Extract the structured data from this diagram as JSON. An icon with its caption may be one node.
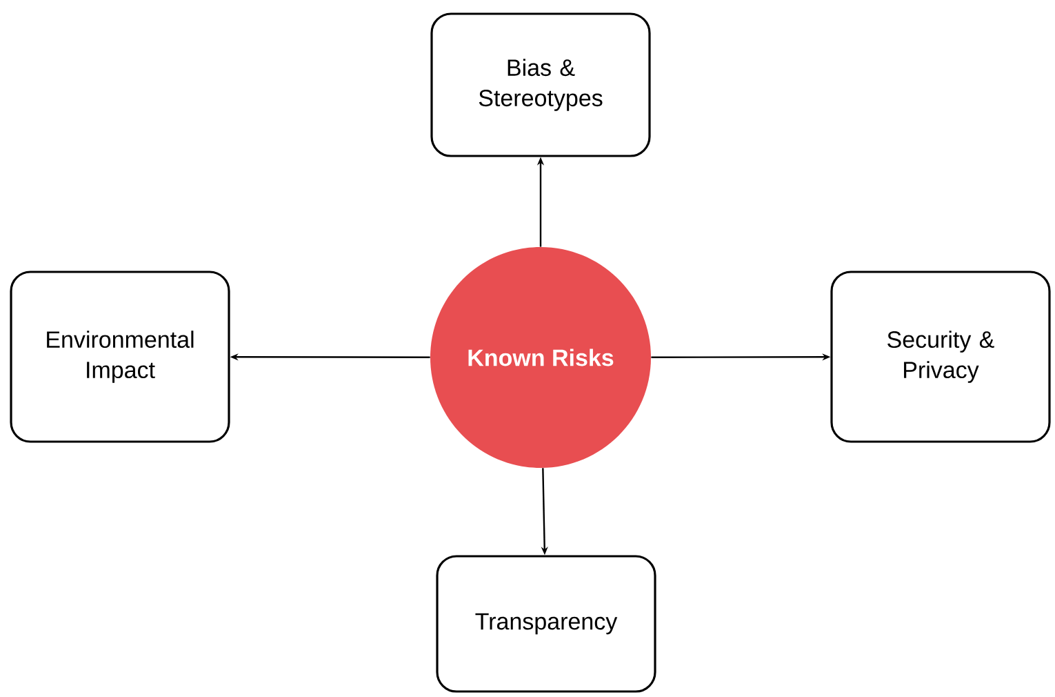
{
  "diagram": {
    "nodes": [
      {
        "text": [
          "Bias & Stereotypes"
        ]
      },
      {
        "text": [
          "Environmental Impact"
        ]
      },
      {
        "text": [
          "Known Risks"
        ]
      },
      {
        "text": [
          "Security & Privacy"
        ]
      },
      {
        "text": [
          "Transparency"
        ]
      }
    ],
    "edges": [
      {
        "from": 2,
        "to": 0,
        "arrow": "to"
      },
      {
        "from": 2,
        "to": 1,
        "arrow": "to"
      },
      {
        "from": 2,
        "to": 3,
        "arrow": "to"
      },
      {
        "from": 2,
        "to": 4,
        "arrow": "to"
      }
    ]
  }
}
